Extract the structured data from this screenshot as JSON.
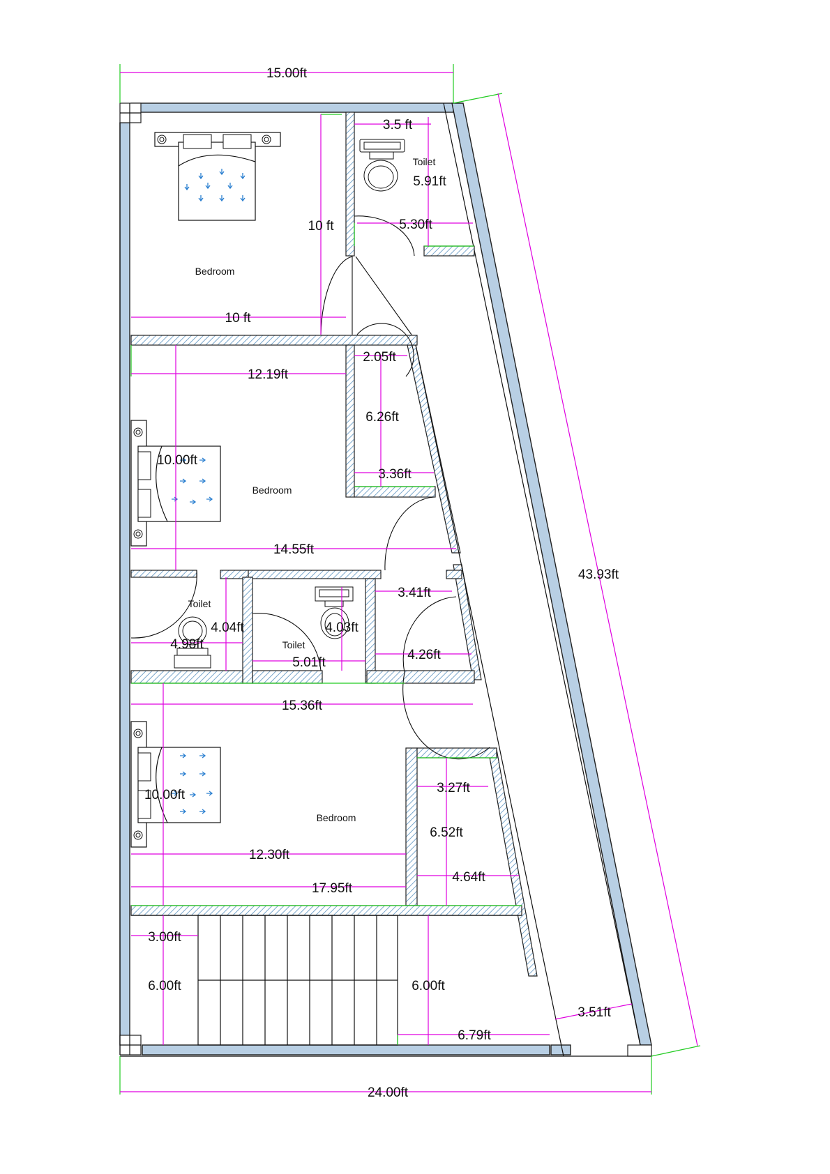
{
  "dimensions": {
    "top_width": "15.00ft",
    "bottom_width": "24.00ft",
    "diagonal_length": "43.93ft",
    "bed1_height": "10 ft",
    "bed1_width": "10 ft",
    "toilet1_width": "3.5 ft",
    "toilet1_height": "5.91ft",
    "toilet1_bottom": "5.30ft",
    "closet1_top": "2.05ft",
    "bed2_width": "12.19ft",
    "closet1_height": "6.26ft",
    "closet1_bottom": "3.36ft",
    "bed2_height": "10.00ft",
    "bed2_full_width": "14.55ft",
    "toilet2_height": "4.04ft",
    "toilet2_width": "4.98ft",
    "toilet3_height": "4.03ft",
    "toilet3_width": "5.01ft",
    "passage_top": "3.41ft",
    "passage_bottom": "4.26ft",
    "bed3_full_width": "15.36ft",
    "closet2_top": "3.27ft",
    "closet2_height": "6.52ft",
    "bed3_height": "10.00ft",
    "bed3_width": "12.30ft",
    "closet2_bottom": "4.64ft",
    "bed3_total": "17.95ft",
    "stair_landing_width": "3.00ft",
    "stair_left_height": "6.00ft",
    "stair_right_height": "6.00ft",
    "stair_right_width": "6.79ft",
    "corridor_end_width": "3.51ft"
  },
  "rooms": {
    "bedroom_1": "Bedroom",
    "bedroom_2": "Bedroom",
    "bedroom_3": "Bedroom",
    "toilet_1": "Toilet",
    "toilet_2": "Toilet",
    "toilet_3": "Toilet"
  },
  "colors": {
    "dimension_line": "#e000e0",
    "guide_line": "#22cc22",
    "outer_wall": "#b8cfe4",
    "pillow_arrow": "#2a7fd0"
  }
}
